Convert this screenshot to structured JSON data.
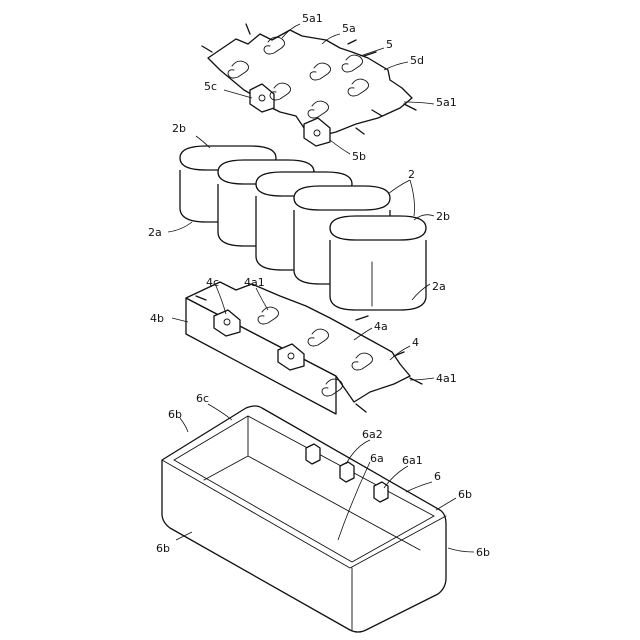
{
  "labels": {
    "plate5_corner_top": "5a1",
    "plate5_hole": "5a",
    "plate5": "5",
    "plate5_edge": "5d",
    "plate5_tab_left": "5c",
    "plate5_corner_right": "5a1",
    "plate5_tab_bottom": "5b",
    "cell_top_left": "2b",
    "cells": "2",
    "cell_top_right": "2b",
    "cell_side_left": "2a",
    "cell_side_right": "2a",
    "plate4_tab": "4c",
    "plate4_hole": "4a1",
    "plate4_wall": "4b",
    "plate4_plate": "4a",
    "plate4": "4",
    "plate4_corner": "4a1",
    "case_rim": "6c",
    "case_side_top_left": "6b",
    "case_clip_top": "6a2",
    "case_clip": "6a",
    "case_clip_right": "6a1",
    "case": "6",
    "case_side_right_top": "6b",
    "case_side_left_bottom": "6b",
    "case_side_right_bottom": "6b"
  }
}
